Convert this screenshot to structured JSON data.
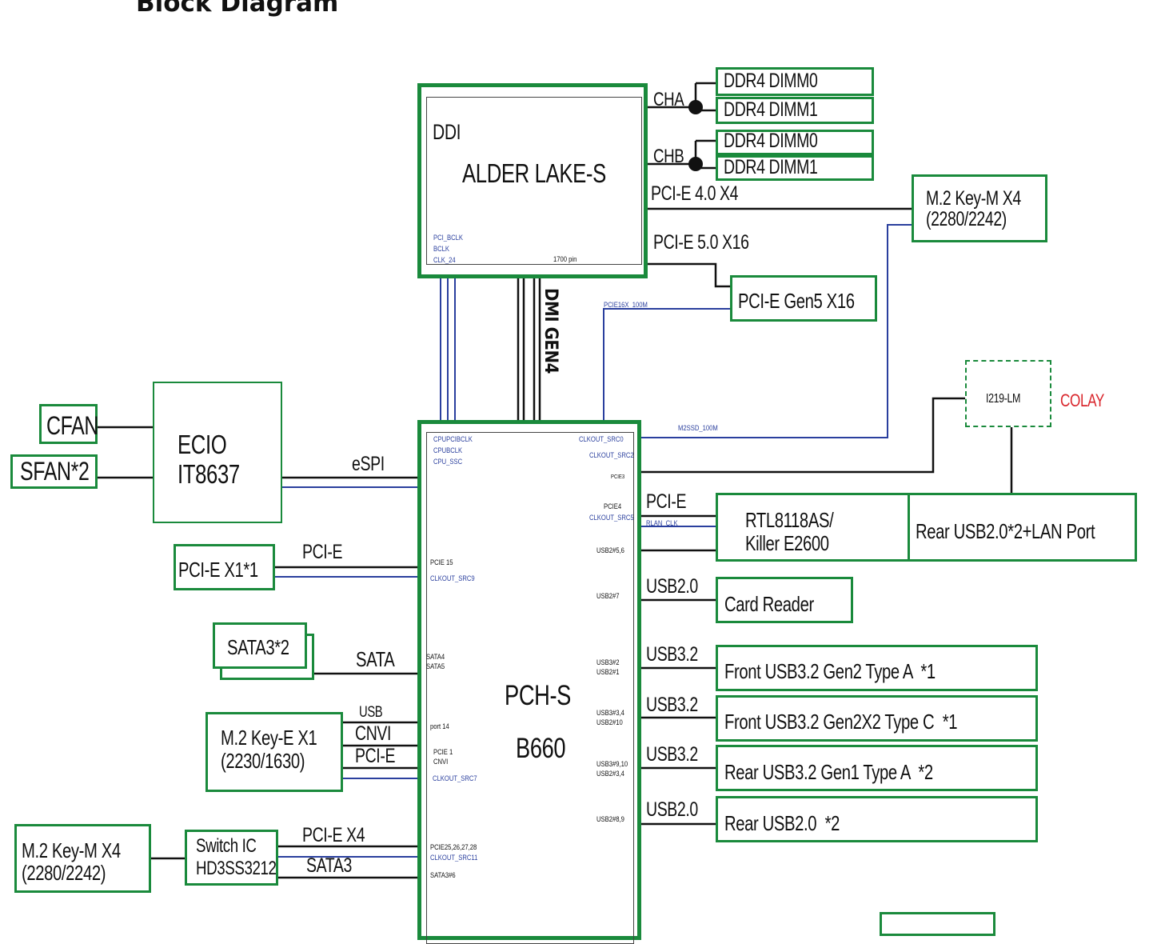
{
  "title": "Block Diagram",
  "cpu": {
    "name": "ALDER LAKE-S",
    "ddi": "DDI",
    "clk_pins": [
      "PCI_BCLK",
      "BCLK",
      "CLK_24"
    ],
    "pin_count": "1700 pin"
  },
  "memory": {
    "channel_a": "CHA",
    "channel_b": "CHB",
    "dimms": [
      "DDR4 DIMM0",
      "DDR4 DIMM1",
      "DDR4 DIMM0",
      "DDR4 DIMM1"
    ]
  },
  "cpu_links": {
    "pcie4": "PCI-E 4.0 X4",
    "pcie5": "PCI-E 5.0 X16",
    "dmi": "DMI GEN4",
    "pcie16_clk": "PCIE16X_100M",
    "m2ssd_clk": "M2SSD_100M"
  },
  "m2_top": {
    "line1": "M.2 Key-M X4",
    "line2": "(2280/2242)"
  },
  "pcie_gen5": "PCI-E Gen5 X16",
  "lan_phy": {
    "name": "I219-LM",
    "note": "COLAY"
  },
  "fans": {
    "cfan": "CFAN",
    "sfan": "SFAN*2"
  },
  "ecio": {
    "line1": "ECIO",
    "line2": "IT8637",
    "link": "eSPI"
  },
  "pch": {
    "name": "PCH-S",
    "model": "B660",
    "left_pins": [
      "CPUPCIBCLK",
      "CPUBCLK",
      "CPU_SSC",
      "PCIE 15",
      "CLKOUT_SRC9",
      "SATA4",
      "SATA5",
      "port 14",
      "PCIE 1",
      "CNVI",
      "CLKOUT_SRC7",
      "PCIE25,26,27,28",
      "CLKOUT_SRC11",
      "SATA3#6"
    ],
    "right_pins": [
      "CLKOUT_SRC0",
      "CLKOUT_SRC2",
      "PCIE3",
      "PCIE4",
      "CLKOUT_SRC5",
      "USB2#5,6",
      "USB2#7",
      "USB3#2",
      "USB2#1",
      "USB3#3,4",
      "USB2#10",
      "USB3#9,10",
      "USB2#3,4",
      "USB2#8,9"
    ]
  },
  "left_devices": {
    "pcie_x1": {
      "name": "PCI-E X1*1",
      "link": "PCI-E"
    },
    "sata": {
      "name": "SATA3*2",
      "link": "SATA"
    },
    "m2_e": {
      "line1": "M.2 Key-E X1",
      "line2": "(2230/1630)",
      "links": [
        "USB",
        "CNVI",
        "PCI-E"
      ]
    },
    "m2_bottom": {
      "line1": "M.2 Key-M X4",
      "line2": "(2280/2242)"
    },
    "switch_ic": {
      "line1": "Switch IC",
      "line2": "HD3SS3212",
      "links": [
        "PCI-E X4",
        "SATA3"
      ]
    }
  },
  "right_devices": {
    "lan": {
      "line1": "RTL8118AS/",
      "line2": "Killer E2600",
      "link": "PCI-E",
      "clk": "RLAN_CLK"
    },
    "rear_lan": "Rear USB2.0*2+LAN Port",
    "card_reader": {
      "name": "Card Reader",
      "link": "USB2.0"
    },
    "front_a": {
      "name": "Front USB3.2 Gen2 Type A  *1",
      "link": "USB3.2"
    },
    "front_c": {
      "name": "Front USB3.2 Gen2X2 Type C  *1",
      "link": "USB3.2"
    },
    "rear_a": {
      "name": "Rear USB3.2 Gen1 Type A  *2",
      "link": "USB3.2"
    },
    "rear_usb2": {
      "name": "Rear USB2.0  *2",
      "link": "USB2.0"
    }
  },
  "colors": {
    "box_border": "#1a8a3c",
    "clock_line": "#2a3f9e",
    "signal_line": "#111111",
    "colay": "#d9262c"
  }
}
